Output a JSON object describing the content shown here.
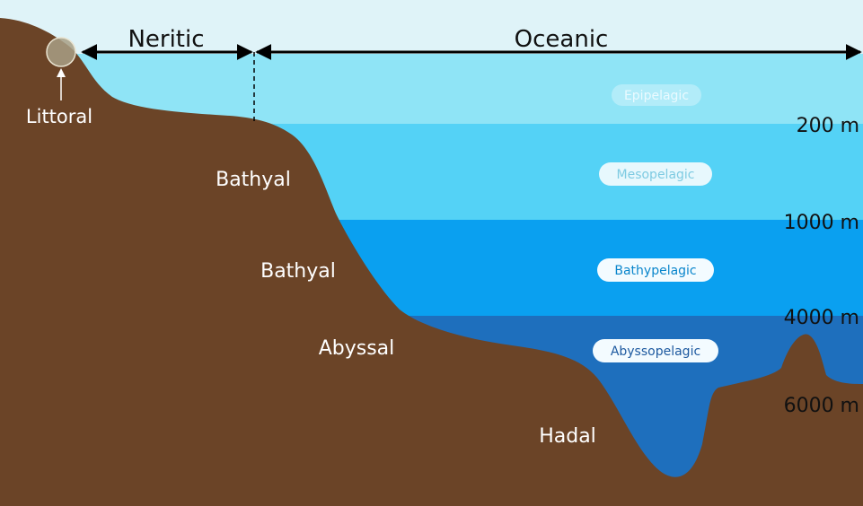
{
  "header": {
    "neritic": "Neritic",
    "oceanic": "Oceanic"
  },
  "zones": {
    "littoral": "Littoral",
    "bathyal_upper": "Bathyal",
    "bathyal_lower": "Bathyal",
    "abyssal": "Abyssal",
    "hadal": "Hadal"
  },
  "pelagic": {
    "epipelagic": "Epipelagic",
    "mesopelagic": "Mesopelagic",
    "bathypelagic": "Bathypelagic",
    "abyssopelagic": "Abyssopelagic"
  },
  "depths": {
    "d200": "200 m",
    "d1000": "1000 m",
    "d4000": "4000 m",
    "d6000": "6000 m"
  },
  "colors": {
    "sky": "#dff3f8",
    "epipelagic": "#8fe4f6",
    "mesopelagic": "#54d2f6",
    "bathypelagic": "#0aa0f0",
    "abyssopelagic": "#1e6fbd",
    "seafloor": "#6b4427",
    "text_light": "#ffffff",
    "text_dark": "#111111"
  }
}
